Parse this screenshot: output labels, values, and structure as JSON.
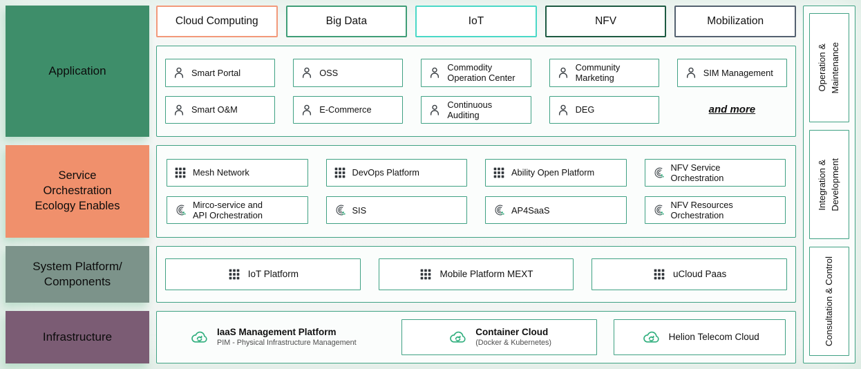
{
  "palette": {
    "container_border": "#3fa183",
    "item_border": "#3fa183",
    "icon_green": "#2fae7d",
    "page_background": "#f5f7f6",
    "application_bg": "#3e8e6a",
    "orchestration_bg": "#f0906c",
    "system_bg": "#7c938a",
    "infrastructure_bg": "#7b5c74",
    "cloud_computing_border": "#f2997a",
    "big_data_border": "#3f9d77",
    "iot_border": "#4ad8c7",
    "nfv_border": "#1d5a42",
    "mobilization_border": "#546170"
  },
  "categories": [
    {
      "label": "Cloud Computing",
      "border": "#f2997a",
      "style": "border-color:#f2997a"
    },
    {
      "label": "Big Data",
      "border": "#3f9d77",
      "style": "border-color:#3f9d77"
    },
    {
      "label": "IoT",
      "border": "#4ad8c7",
      "style": "border-color:#4ad8c7"
    },
    {
      "label": "NFV",
      "border": "#1d5a42",
      "style": "border-color:#1d5a42"
    },
    {
      "label": "Mobilization",
      "border": "#546170",
      "style": "border-color:#546170"
    }
  ],
  "left_rows": [
    {
      "label": "Application",
      "style": "background:#3e8e6a"
    },
    {
      "label": "Service\nOrchestration\nEcology Enables",
      "style": "background:#f0906c"
    },
    {
      "label": "System Platform/\nComponents",
      "style": "background:#7c938a"
    },
    {
      "label": "Infrastructure",
      "style": "background:#7b5c74"
    }
  ],
  "application": {
    "row1": [
      {
        "label": "Smart Portal",
        "icon": "user-icon"
      },
      {
        "label": "OSS",
        "icon": "user-icon"
      },
      {
        "label": "Commodity\nOperation Center",
        "icon": "user-icon"
      },
      {
        "label": "Community\nMarketing",
        "icon": "user-icon"
      },
      {
        "label": "SIM Management",
        "icon": "user-icon"
      }
    ],
    "row2": [
      {
        "label": "Smart O&M",
        "icon": "user-icon"
      },
      {
        "label": "E-Commerce",
        "icon": "user-icon"
      },
      {
        "label": "Continuous Auditing",
        "icon": "user-icon"
      },
      {
        "label": "DEG",
        "icon": "user-icon"
      }
    ],
    "more_label": "and more"
  },
  "orchestration": {
    "row1": [
      {
        "label": "Mesh Network",
        "icon": "grid-icon"
      },
      {
        "label": "DevOps Platform",
        "icon": "grid-icon"
      },
      {
        "label": "Ability Open Platform",
        "icon": "grid-icon"
      },
      {
        "label": "NFV Service\nOrchestration",
        "icon": "orchestration-icon"
      }
    ],
    "row2": [
      {
        "label": "Mirco-service and\nAPI Orchestration",
        "icon": "orchestration-icon"
      },
      {
        "label": "SIS",
        "icon": "orchestration-icon"
      },
      {
        "label": "AP4SaaS",
        "icon": "orchestration-icon"
      },
      {
        "label": "NFV Resources\nOrchestration",
        "icon": "orchestration-icon"
      }
    ]
  },
  "platforms": [
    {
      "label": "IoT Platform",
      "icon": "grid-icon"
    },
    {
      "label": "Mobile Platform MEXT",
      "icon": "grid-icon"
    },
    {
      "label": "uCloud Paas",
      "icon": "grid-icon"
    }
  ],
  "infrastructure": [
    {
      "label": "IaaS Management Platform",
      "sublabel": "PIM - Physical Infrastructure Management",
      "icon": "cloud-sync-icon"
    },
    {
      "label": "Container Cloud",
      "sublabel": "(Docker & Kubernetes)",
      "icon": "cloud-sync-icon"
    },
    {
      "label": "Helion Telecom Cloud",
      "sublabel": "",
      "icon": "cloud-sync-icon"
    }
  ],
  "side_panel": [
    {
      "label": "Operation &\nMaintenance"
    },
    {
      "label": "Integration &\nDevelopment"
    },
    {
      "label": "Consultation & Control"
    }
  ]
}
